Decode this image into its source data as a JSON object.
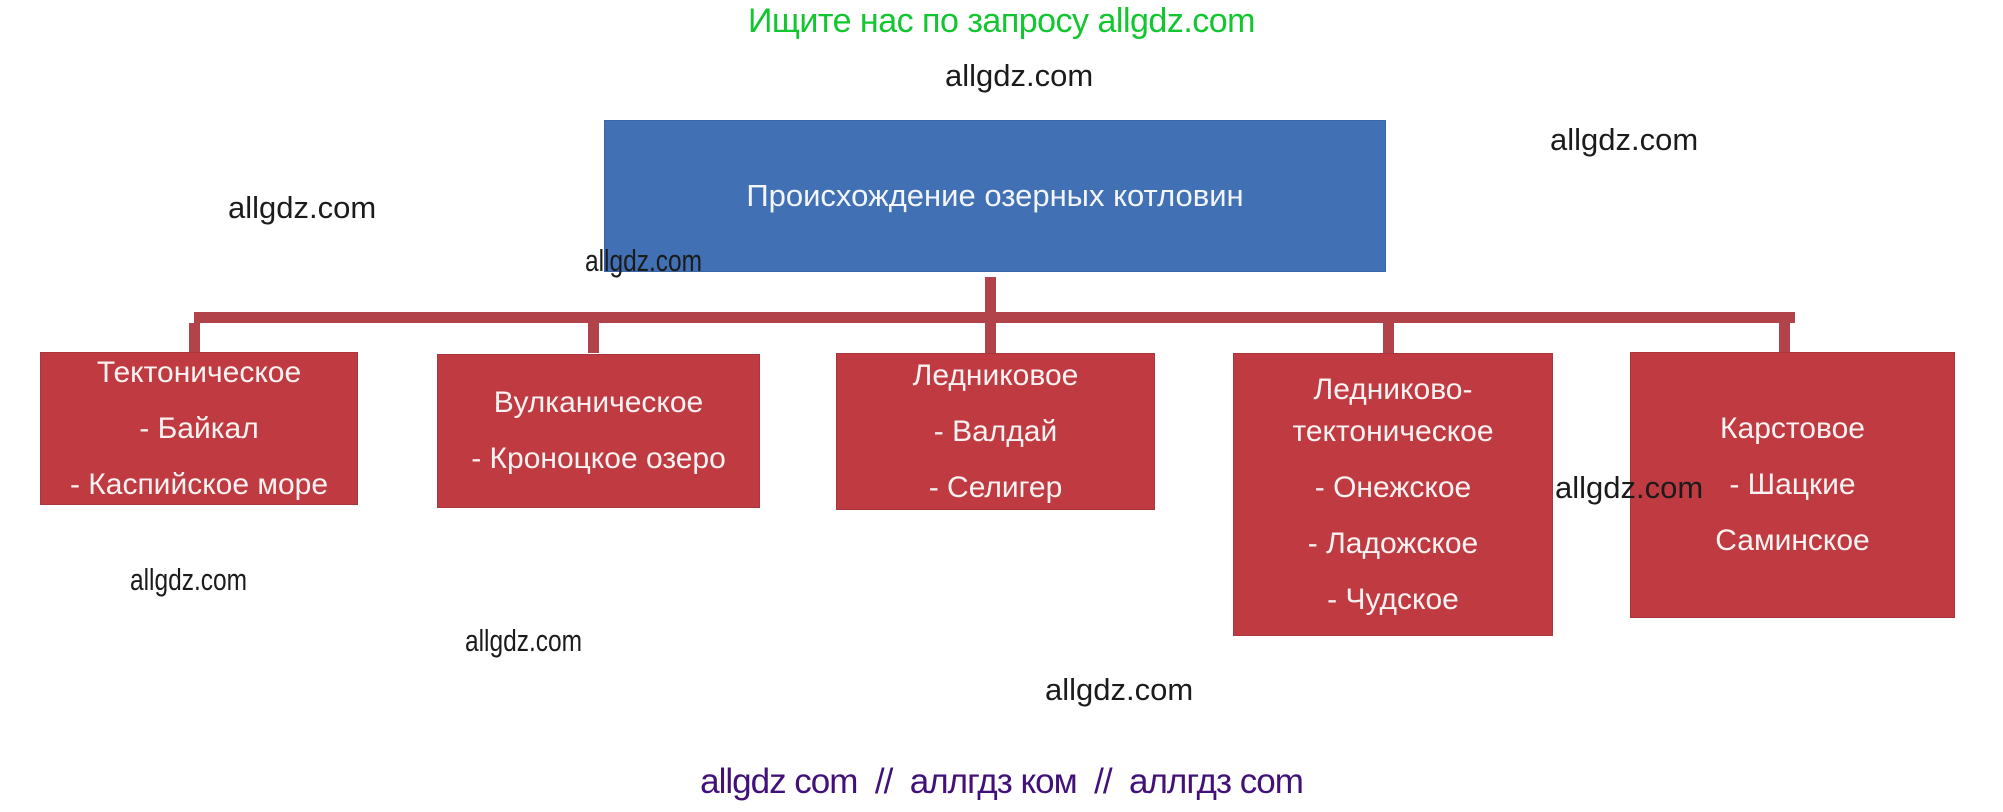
{
  "promo": {
    "text": "Ищите нас по запросу allgdz.com",
    "color": "#12c62f"
  },
  "diagram": {
    "root": {
      "label": "Происхождение озерных котловин",
      "fill": "#4170b4"
    },
    "connector_color": "#b2434a",
    "branch_fill": "#bf3b41",
    "branches": [
      {
        "lines": [
          "Тектоническое",
          "- Байкал",
          "- Каспийское море"
        ]
      },
      {
        "lines": [
          "Вулканическое",
          "- Кроноцкое озеро"
        ]
      },
      {
        "lines": [
          "Ледниковое",
          "- Валдай",
          "- Селигер"
        ]
      },
      {
        "lines": [
          "Ледниково-тектоническое",
          "- Онежское",
          "- Ладожское",
          "- Чудское"
        ]
      },
      {
        "lines": [
          "Карстовое",
          "- Шацкие",
          "Саминское"
        ]
      }
    ]
  },
  "watermarks": [
    "allgdz.com",
    "allgdz.com",
    "allgdz.com",
    "allgdz.com",
    "allgdz.com",
    "allgdz.com",
    "allgdz.com",
    "allgdz.com"
  ],
  "footer": {
    "text": "allgdz com  //  аллгдз ком  //  аллгдз com",
    "color": "#411179"
  }
}
